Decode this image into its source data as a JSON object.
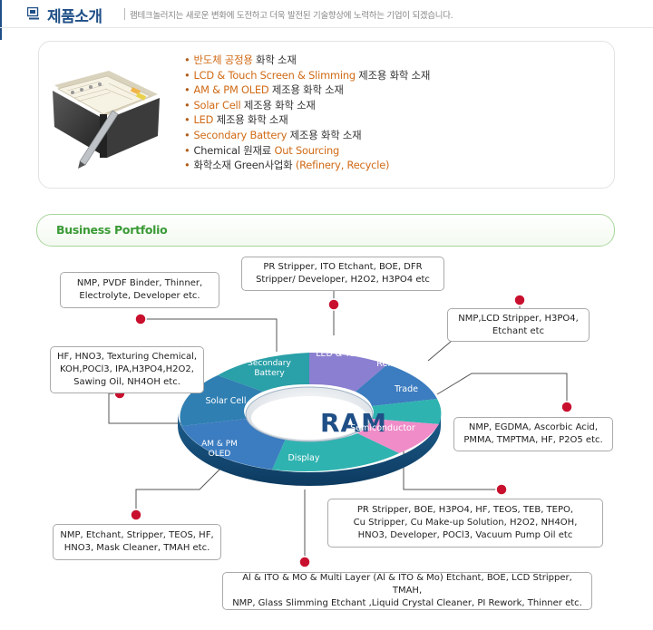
{
  "header": {
    "title": "제품소개",
    "description": "램테크놀러지는 새로운 변화에 도전하고 더욱 발전된 기술향상에 노력하는 기업이 되겠습니다."
  },
  "products": [
    {
      "parts": [
        {
          "t": "반도체 공정용",
          "o": true
        },
        {
          "t": " 화학 소재",
          "o": false
        }
      ]
    },
    {
      "parts": [
        {
          "t": "LCD & Touch Screen & Slimming",
          "o": true
        },
        {
          "t": " 제조용 화학 소재",
          "o": false
        }
      ]
    },
    {
      "parts": [
        {
          "t": "AM & PM OLED",
          "o": true
        },
        {
          "t": " 제조용 화학 소재",
          "o": false
        }
      ]
    },
    {
      "parts": [
        {
          "t": "Solar Cell",
          "o": true
        },
        {
          "t": " 제조용 화학 소재",
          "o": false
        }
      ]
    },
    {
      "parts": [
        {
          "t": "LED",
          "o": true
        },
        {
          "t": " 제조용 화학 소재",
          "o": false
        }
      ]
    },
    {
      "parts": [
        {
          "t": "Secondary Battery",
          "o": true
        },
        {
          "t": " 제조용 화학 소재",
          "o": false
        }
      ]
    },
    {
      "parts": [
        {
          "t": "Chemical 원재료 ",
          "o": false
        },
        {
          "t": "Out Sourcing",
          "o": true
        }
      ]
    },
    {
      "parts": [
        {
          "t": "화학소재 Green사업화 ",
          "o": false
        },
        {
          "t": "(Refinery, Recycle)",
          "o": true
        }
      ]
    }
  ],
  "portfolio": {
    "title": "Business Portfolio",
    "center_label": "RAM",
    "segments": [
      "LED & TSP",
      "Refinery",
      "Trade",
      "Semiconductor",
      "Display",
      "AM & PM\nOLED",
      "Solar Cell",
      "Secondary\nBattery"
    ],
    "callouts": {
      "battery": "NMP, PVDF Binder, Thinner,\nElectrolyte, Developer etc.",
      "led_tsp": "PR Stripper, ITO Etchant, BOE, DFR\nStripper/ Developer, H2O2, H3PO4 etc",
      "refinery": "NMP,LCD Stripper, H3PO4,\nEtchant etc",
      "solar": "HF, HNO3, Texturing Chemical,\nKOH,POCl3, IPA,H3PO4,H2O2,\nSawing Oil, NH4OH etc.",
      "trade": "NMP, EGDMA, Ascorbic Acid,\nPMMA, TMPTMA, HF, P2O5 etc.",
      "semiconductor": "PR Stripper, BOE, H3PO4, HF, TEOS, TEB, TEPO,\nCu Stripper, Cu Make-up Solution, H2O2, NH4OH,\nHNO3, Developer, POCl3, Vacuum Pump Oil etc",
      "oled": "NMP, Etchant, Stripper, TEOS, HF,\nHNO3, Mask Cleaner, TMAH etc.",
      "display": "Al & ITO & MO & Multi Layer (Al & ITO & Mo) Etchant, BOE, LCD Stripper, TMAH,\nNMP, Glass Slimming Etchant ,Liquid Crystal Cleaner, PI Rework, Thinner etc."
    }
  },
  "colors": {
    "brand_blue": "#1f4f86",
    "accent_orange": "#d06a15",
    "portfolio_green": "#3a9a35",
    "ring_teal": "#2fb3b0",
    "ring_purple": "#8a7fd0",
    "ring_pink": "#f08cc8",
    "ring_blue": "#3c7cc0",
    "marker_red": "#c8102e"
  },
  "icons": [
    "square-bullet-icon",
    "planner-book-icon",
    "pen-icon",
    "marker-dot-icon"
  ]
}
